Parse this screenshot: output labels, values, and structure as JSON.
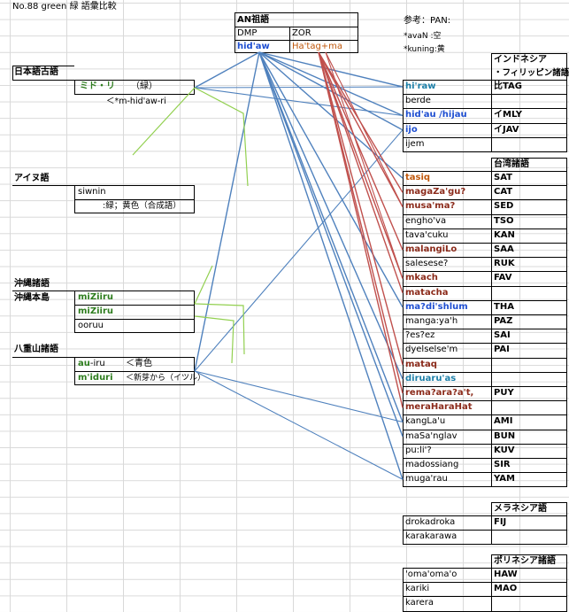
{
  "title": "No.88 green 緑 語彙比較",
  "proto": {
    "header": "AN祖語",
    "dmp_label": "DMP",
    "zor_label": "ZOR",
    "dmp_form": "hid'aw",
    "zor_form": "Ha'tag+ma"
  },
  "notes": {
    "line1": "参考：PAN:",
    "line2": "*avaN :空",
    "line3": "*kuning:黄"
  },
  "japanese": {
    "header": "日本語古語",
    "word_kana": "ミド・リ",
    "word_gloss": "（緑）",
    "etym": "＜*m-hid'aw-ri"
  },
  "ainu": {
    "header": "アイヌ語",
    "word": "siwnin",
    "gloss": ":緑；黄色（合成語）"
  },
  "okinawa": {
    "header": "沖縄諸語",
    "sub_header": "沖縄本島",
    "w1_a": "miZiiru",
    "w2_a": "miZiiru",
    "w3": "ooruu"
  },
  "yaeyama": {
    "header": "八重山諸語",
    "w1_a": "au",
    "w1_b": "-iru",
    "w1_note": "＜青色",
    "w2_a": "m'iduri",
    "w2_note": "＜新芽から（イツル）"
  },
  "indonesia": {
    "header1": "インドネシア",
    "header2": "・フィリッピン諸語",
    "rows": [
      {
        "word": "hi'raw",
        "code": "比TAG"
      },
      {
        "word": "berde",
        "code": ""
      },
      {
        "word": "hid'au /hijau",
        "code": "イMLY"
      },
      {
        "word": "ijo",
        "code": "イJAV"
      },
      {
        "word": "ijem",
        "code": ""
      }
    ]
  },
  "taiwan": {
    "header": "台湾諸語",
    "rows": [
      {
        "word": "tasiq",
        "code": "SAT"
      },
      {
        "word": "magaZa'gu?",
        "code": "CAT"
      },
      {
        "word": "musa'ma?",
        "code": "SED"
      },
      {
        "word": "engho'va",
        "code": "TSO"
      },
      {
        "word": "tava'cuku",
        "code": "KAN"
      },
      {
        "word": "malangiLo",
        "code": "SAA"
      },
      {
        "word": "salesese?",
        "code": "RUK"
      },
      {
        "word": "mkach",
        "code": "FAV"
      },
      {
        "word": "matacha",
        "code": ""
      },
      {
        "word": "ma?di'shlum",
        "code": "THA"
      },
      {
        "word": "manga:ya'h",
        "code": "PAZ"
      },
      {
        "word": "?es?ez",
        "code": "SAI"
      },
      {
        "word": "dyelselse'm",
        "code": "PAI"
      },
      {
        "word": "mataq",
        "code": ""
      },
      {
        "word": "diruaru'as",
        "code": ""
      },
      {
        "word": "rema?ara?a't,",
        "code": "PUY"
      },
      {
        "word": "meraHaraHat",
        "code": ""
      },
      {
        "word": "kangLa'u",
        "code": "AMI"
      },
      {
        "word": "maSa'nglav",
        "code": "BUN"
      },
      {
        "word": "pu:li'?",
        "code": "KUV"
      },
      {
        "word": "madossiang",
        "code": "SIR"
      },
      {
        "word": "muga'rau",
        "code": "YAM"
      }
    ]
  },
  "melanesia": {
    "header": "メラネシア語",
    "rows": [
      {
        "word": "drokadroka",
        "code": "FIJ"
      },
      {
        "word": "karakarawa",
        "code": ""
      }
    ]
  },
  "polynesia": {
    "header": "ポリネシア諸語",
    "rows": [
      {
        "word": "'oma'oma'o",
        "code": "HAW"
      },
      {
        "word": "kariki",
        "code": "MAO"
      },
      {
        "word": "karera",
        "code": ""
      }
    ]
  },
  "colors": {
    "blue": "#1f4fd1",
    "teal": "#1c7fa8",
    "orange": "#c0580c",
    "brown": "#8b2a1a",
    "green": "#2e7d1e",
    "purple": "#7a2a8c",
    "link_blue": "#4f81bd",
    "link_red": "#c0504d",
    "link_green": "#92d050"
  }
}
